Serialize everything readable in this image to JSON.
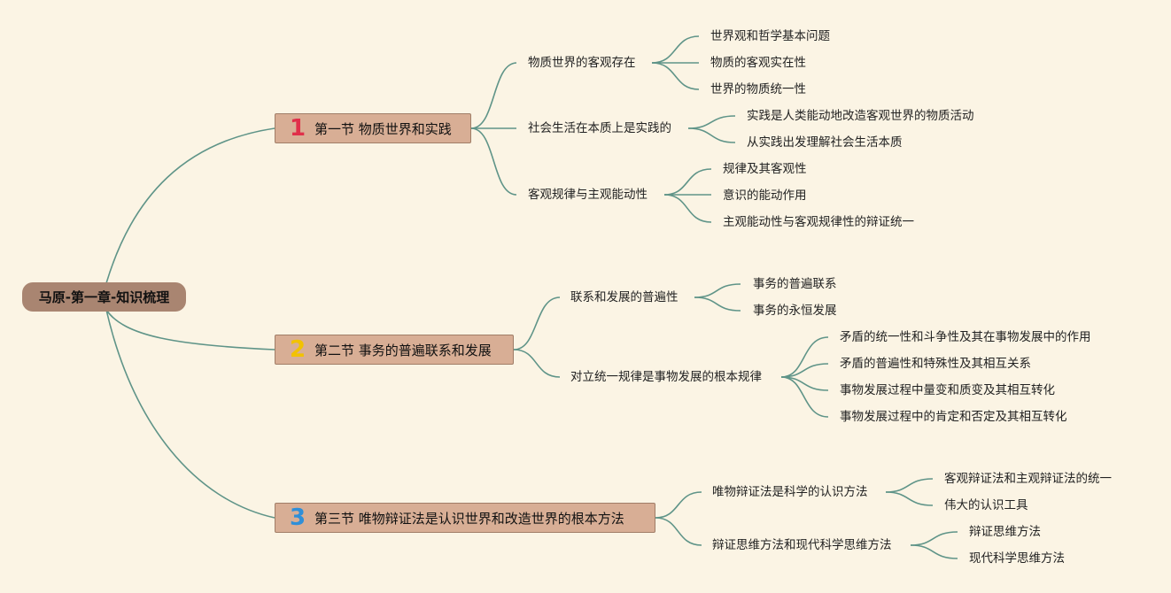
{
  "root": "马原-第一章-知识梳理",
  "sections": [
    {
      "num": "1",
      "num_color": "#e0304a",
      "title": "第一节 物质世界和实践",
      "subs": [
        {
          "label": "物质世界的客观存在",
          "leaves": [
            "世界观和哲学基本问题",
            "物质的客观实在性",
            "世界的物质统一性"
          ]
        },
        {
          "label": "社会生活在本质上是实践的",
          "leaves": [
            "实践是人类能动地改造客观世界的物质活动",
            "从实践出发理解社会生活本质"
          ]
        },
        {
          "label": "客观规律与主观能动性",
          "leaves": [
            "规律及其客观性",
            "意识的能动作用",
            "主观能动性与客观规律性的辩证统一"
          ]
        }
      ]
    },
    {
      "num": "2",
      "num_color": "#f2c200",
      "title": "第二节 事务的普遍联系和发展",
      "subs": [
        {
          "label": "联系和发展的普遍性",
          "leaves": [
            "事务的普遍联系",
            "事务的永恒发展"
          ]
        },
        {
          "label": "对立统一规律是事物发展的根本规律",
          "leaves": [
            "矛盾的统一性和斗争性及其在事物发展中的作用",
            "矛盾的普遍性和特殊性及其相互关系",
            "事物发展过程中量变和质变及其相互转化",
            "事物发展过程中的肯定和否定及其相互转化"
          ]
        }
      ]
    },
    {
      "num": "3",
      "num_color": "#2f8fd8",
      "title": "第三节 唯物辩证法是认识世界和改造世界的根本方法",
      "subs": [
        {
          "label": "唯物辩证法是科学的认识方法",
          "leaves": [
            "客观辩证法和主观辩证法的统一",
            "伟大的认识工具"
          ]
        },
        {
          "label": "辩证思维方法和现代科学思维方法",
          "leaves": [
            "辩证思维方法",
            "现代科学思维方法"
          ]
        }
      ]
    }
  ],
  "colors": {
    "line": "#5f9488",
    "root_bg": "#a98571",
    "section_bg": "#d8ae95",
    "page_bg": "#fbf4e4"
  }
}
